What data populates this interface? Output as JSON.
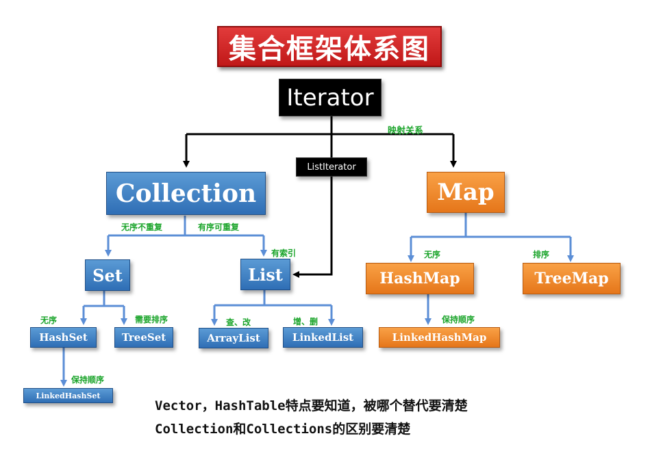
{
  "title": "集合框架体系图",
  "nodes": {
    "iterator": "Iterator",
    "list_iterator": "ListIterator",
    "collection": "Collection",
    "map": "Map",
    "set": "Set",
    "list": "List",
    "hashset": "HashSet",
    "treeset": "TreeSet",
    "linkedhashset": "LinkedHashSet",
    "arraylist": "ArrayList",
    "linkedlist": "LinkedList",
    "hashmap": "HashMap",
    "treemap": "TreeMap",
    "linkedhashmap": "LinkedHashMap"
  },
  "edge_labels": {
    "mapping": "映射关系",
    "unordered_no_repeat": "无序不重复",
    "ordered_repeatable": "有序可重复",
    "indexed": "有索引",
    "unordered_set": "无序",
    "needs_sort": "需要排序",
    "keep_order_set": "保持顺序",
    "query_modify": "查、改",
    "add_delete": "增、删",
    "unordered_map": "无序",
    "sorted_map": "排序",
    "keep_order_map": "保持顺序"
  },
  "notes": [
    "Vector，HashTable特点要知道，被哪个替代要清楚",
    "Collection和Collections的区别要清楚"
  ],
  "colors": {
    "title_bg": "#cc2222",
    "blue_node": "#3a7cc4",
    "orange_node": "#ef8a2c",
    "label_green": "#1aa42a",
    "arrow_blue": "#5b8ed6",
    "arrow_black": "#000000"
  }
}
